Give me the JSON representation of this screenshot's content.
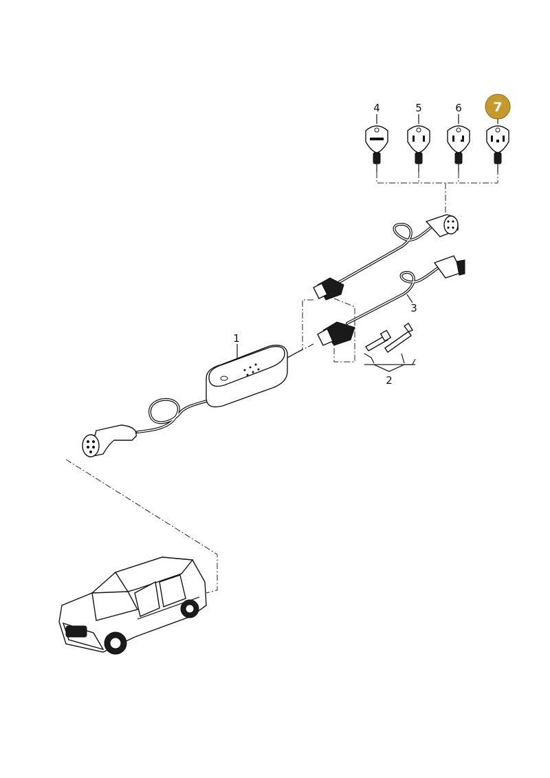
{
  "labels": {
    "p1": "1",
    "p2": "2",
    "p3": "3",
    "p4": "4",
    "p5": "5",
    "p6": "6",
    "p7": "7"
  },
  "highlight_color": "#c49a2e"
}
